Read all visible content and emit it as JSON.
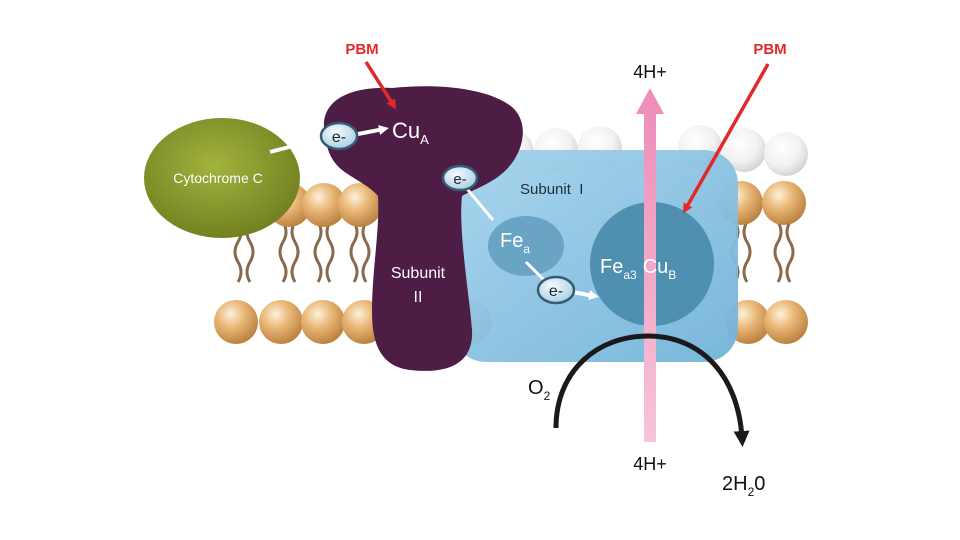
{
  "labels": {
    "pbm_left": "PBM",
    "pbm_right": "PBM",
    "cytochrome_c": "Cytochrome C",
    "cu_a": {
      "base": "Cu",
      "sub": "A"
    },
    "subunit_i": "Subunit  I",
    "subunit_ii_line1": "Subunit",
    "subunit_ii_line2": "II",
    "fe_a": {
      "base": "Fe",
      "sub": "a"
    },
    "fe_a3": {
      "base": "Fe",
      "sub": "a3"
    },
    "cu_b": {
      "base": "Cu",
      "sub": "B"
    },
    "electron": "e-",
    "proton_top": "4H+",
    "proton_bottom": "4H+",
    "oxygen": {
      "base": "O",
      "sub": "2"
    },
    "water": {
      "pre": "2H",
      "sub": "2",
      "post": "0"
    }
  },
  "colors": {
    "pbm_red": "#e02a2a",
    "subunit_ii": "#4d1d45",
    "subunit_i": "#8cc6e4",
    "cytochrome_c": "#8a9a2c",
    "lipid_head": "#e4ad6a",
    "proton_arrow": "#f2a9c8",
    "reaction_arrow": "#1a1a1a"
  }
}
